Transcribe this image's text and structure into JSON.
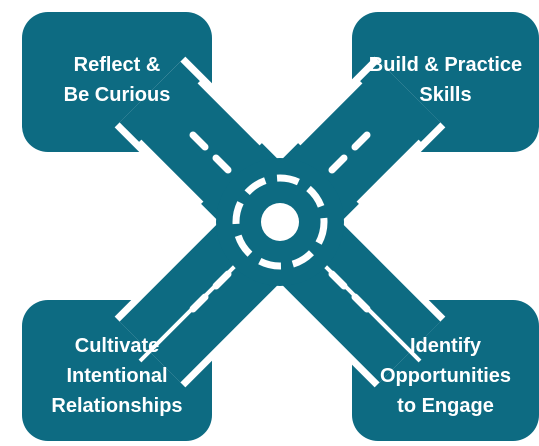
{
  "colors": {
    "teal": "#0d6b82",
    "road_line": "#ffffff",
    "background": "#ffffff"
  },
  "quadrants": {
    "top_left": {
      "line1": "Reflect &",
      "line2": "Be Curious"
    },
    "top_right": {
      "line1": "Build & Practice",
      "line2": "Skills"
    },
    "bottom_left": {
      "line1": "Cultivate",
      "line2": "Intentional",
      "line3": "Relationships"
    },
    "bottom_right": {
      "line1": "Identify",
      "line2": "Opportunities",
      "line3": "to Engage"
    }
  },
  "center_icon": "roundabout-icon"
}
